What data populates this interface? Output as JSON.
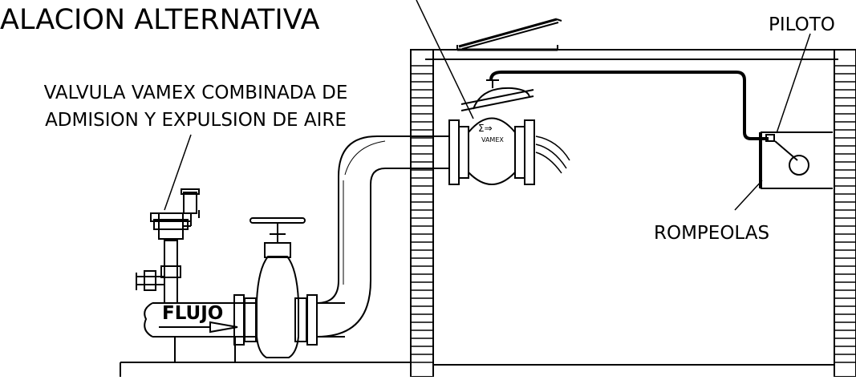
{
  "title": "ALACION ALTERNATIVA",
  "labels": {
    "air_valve_line1": "VALVULA VAMEX COMBINADA DE",
    "air_valve_line2": "ADMISION Y EXPULSION DE AIRE",
    "pilot": "PILOTO",
    "wave_breaker": "ROMPEOLAS",
    "flow": "FLUJO",
    "brand": "VAMEX"
  },
  "colors": {
    "line": "#000000",
    "background": "#ffffff"
  },
  "icons": [
    "flow-arrow-icon",
    "valve-handwheel-icon"
  ]
}
